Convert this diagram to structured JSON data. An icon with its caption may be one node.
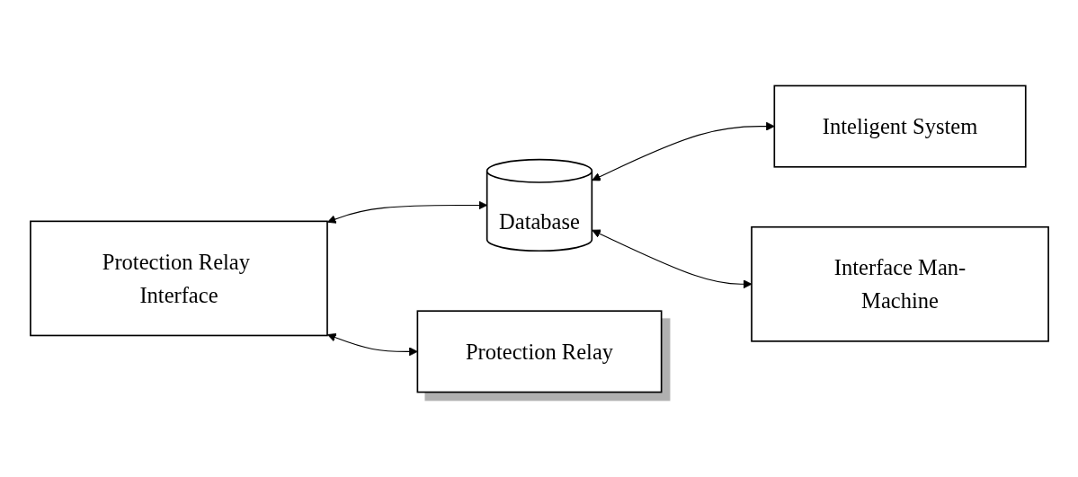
{
  "diagram": {
    "nodes": [
      {
        "text": [
          "Protection Relay Interface"
        ]
      },
      {
        "text": [
          "Database"
        ]
      },
      {
        "text": [
          "Inteligent System"
        ]
      },
      {
        "text": [
          "Protection Relay"
        ]
      },
      {
        "text": [
          "Interface Man-Machine"
        ]
      }
    ],
    "edges": [
      {
        "from": 0,
        "to": 1,
        "arrow": "both"
      },
      {
        "from": 1,
        "to": 2,
        "arrow": "both"
      },
      {
        "from": 0,
        "to": 3,
        "arrow": "both"
      },
      {
        "from": 1,
        "to": 4,
        "arrow": "both"
      }
    ]
  }
}
